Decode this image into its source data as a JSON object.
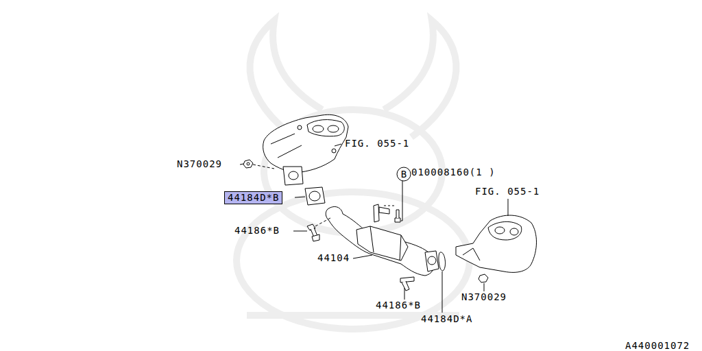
{
  "diagram": {
    "nodes": [
      {
        "text": [
          "44184D*B"
        ]
      },
      {
        "text": [
          "B"
        ]
      }
    ],
    "edges": [],
    "labels": [
      "FIG. 055-1",
      "N370029",
      "010008160(1 )",
      "FIG. 055-1",
      "44186*B",
      "44104",
      "N370029",
      "44186*B",
      "44184D*A",
      "A440001072"
    ]
  }
}
